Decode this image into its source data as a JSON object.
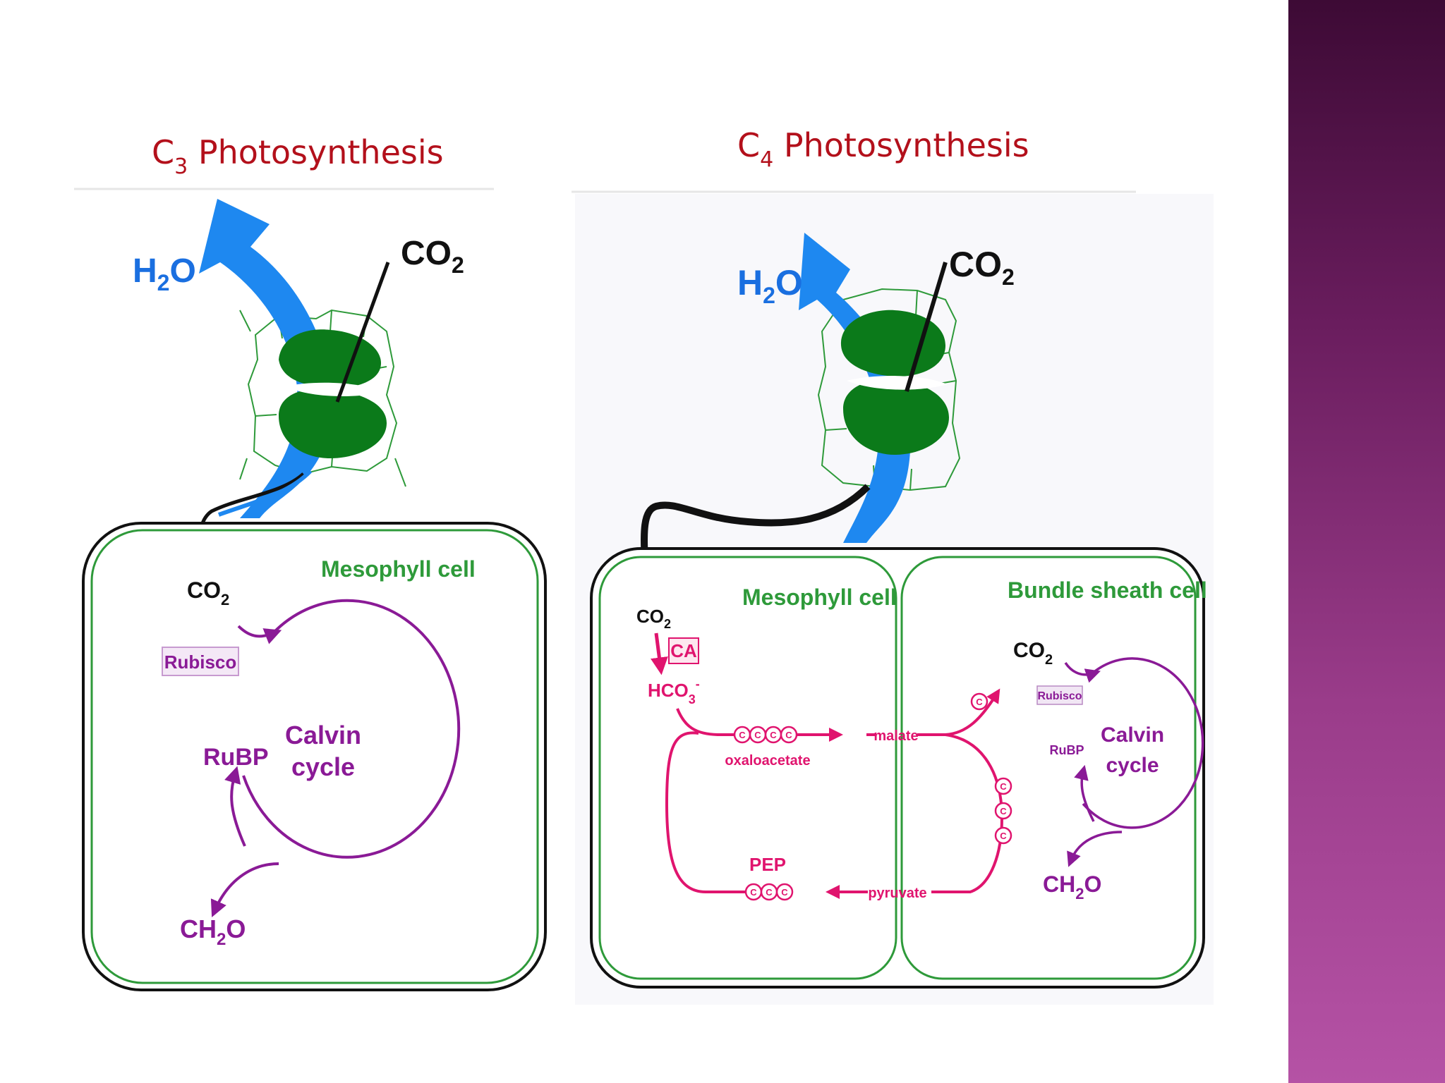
{
  "colors": {
    "title": "#b3101b",
    "water": "#1a6fe0",
    "water_arrow": "#1e88f0",
    "cell_border": "#2e9a3a",
    "guard_cell": "#0b7a1a",
    "cycle": "#8a1a96",
    "c4_path": "#e0146e",
    "black": "#111111",
    "sidebar_top": "#3d0a35",
    "sidebar_bottom": "#b552a5"
  },
  "c3": {
    "title_c": "C",
    "title_sub": "3",
    "title_rest": " Photosynthesis",
    "water_main": "H",
    "water_sub": "2",
    "water_end": "O",
    "co2_main": "CO",
    "co2_sub": "2",
    "cell_label": "Mesophyll  cell",
    "inner_co2_main": "CO",
    "inner_co2_sub": "2",
    "rubisco": "Rubisco",
    "rubp": "RuBP",
    "calvin_1": "Calvin",
    "calvin_2": "cycle",
    "ch2o_a": "CH",
    "ch2o_sub": "2",
    "ch2o_b": "O"
  },
  "c4": {
    "title_c": "C",
    "title_sub": "4",
    "title_rest": " Photosynthesis",
    "water_main": "H",
    "water_sub": "2",
    "water_end": "O",
    "co2_main": "CO",
    "co2_sub": "2",
    "mesophyll_label": "Mesophyll cell",
    "bundle_label": "Bundle sheath cell",
    "meso_co2_main": "CO",
    "meso_co2_sub": "2",
    "ca": "CA",
    "hco3_main": "HCO",
    "hco3_sub": "3",
    "hco3_sup": "-",
    "carbon": "C",
    "oxaloacetate": "oxaloacetate",
    "malate": "malate",
    "pep": "PEP",
    "pyruvate": "pyruvate",
    "bundle_co2_main": "CO",
    "bundle_co2_sub": "2",
    "rubisco": "Rubisco",
    "rubp": "RuBP",
    "calvin_1": "Calvin",
    "calvin_2": "cycle",
    "ch2o_a": "CH",
    "ch2o_sub": "2",
    "ch2o_b": "O"
  }
}
